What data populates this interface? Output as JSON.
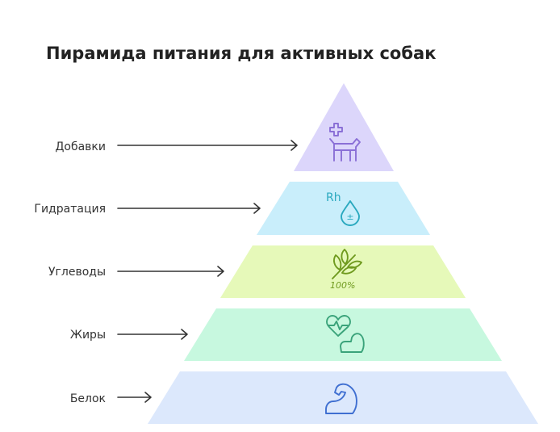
{
  "title": "Пирамида питания для активных собак",
  "tiers": [
    {
      "label": "Добавки",
      "icon": "medical-cross-dog-icon",
      "color": "#dcd6fb",
      "icon_color": "#8a6fd6"
    },
    {
      "label": "Гидратация",
      "icon": "water-drop-icon",
      "color": "#c9eefb",
      "icon_color": "#2aa9bf",
      "icon_text": "Rh",
      "icon_sign": "±"
    },
    {
      "label": "Углеводы",
      "icon": "wheat-leaf-icon",
      "color": "#e6f9b9",
      "icon_color": "#6f9a1e",
      "icon_text": "100%"
    },
    {
      "label": "Жиры",
      "icon": "heart-muscle-icon",
      "color": "#c7f8df",
      "icon_color": "#3aa37a"
    },
    {
      "label": "Белок",
      "icon": "flexed-arm-icon",
      "color": "#dce8fc",
      "icon_color": "#3f6fd1"
    }
  ]
}
